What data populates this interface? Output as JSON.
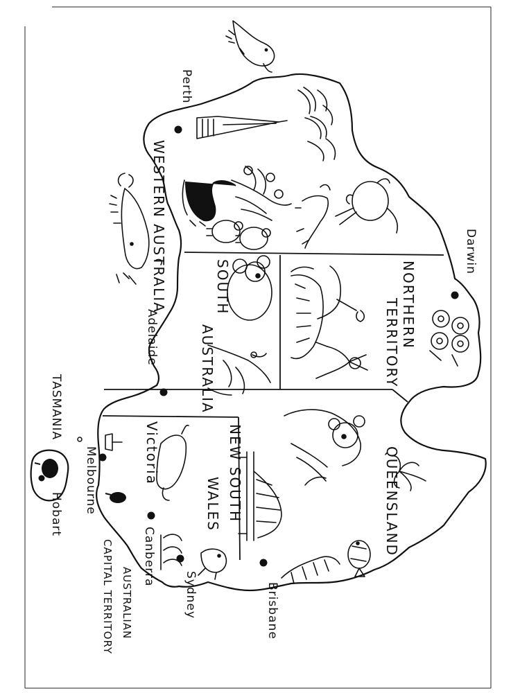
{
  "map": {
    "states": {
      "wa": "WESTERN AUSTRALIA",
      "nt_1": "NORTHERN",
      "nt_2": "TERRITORY",
      "sa_1": "SOUTH",
      "sa_2": "AUSTRALIA",
      "qld": "QUEENSLAND",
      "nsw_1": "NEW SOUTH",
      "nsw_2": "WALES",
      "vic": "Victoria",
      "tas": "TASMANIA",
      "act_1": "AUSTRALIAN",
      "act_2": "CAPITAL TERRITORY"
    },
    "cities": {
      "perth": "Perth",
      "darwin": "Darwin",
      "adelaide": "Adelaide",
      "melbourne": "Melbourne",
      "hobart": "Hobart",
      "canberra": "Canberra",
      "sydney": "Sydney",
      "brisbane": "Brisbane"
    },
    "illustrations": [
      "dolphin",
      "whale",
      "lighthouse",
      "wave-rocks",
      "black-swan",
      "flowering-plant",
      "sheep",
      "dingo",
      "emu",
      "koala",
      "kangaroo",
      "uluru",
      "aboriginal-dancer",
      "lizard-on-branch",
      "platypus",
      "penguin",
      "harbour-bridge",
      "opera-house",
      "kookaburra",
      "koala-on-tree",
      "palm-tree",
      "clownfish",
      "coral",
      "flowers"
    ],
    "line_color": "#111111"
  }
}
